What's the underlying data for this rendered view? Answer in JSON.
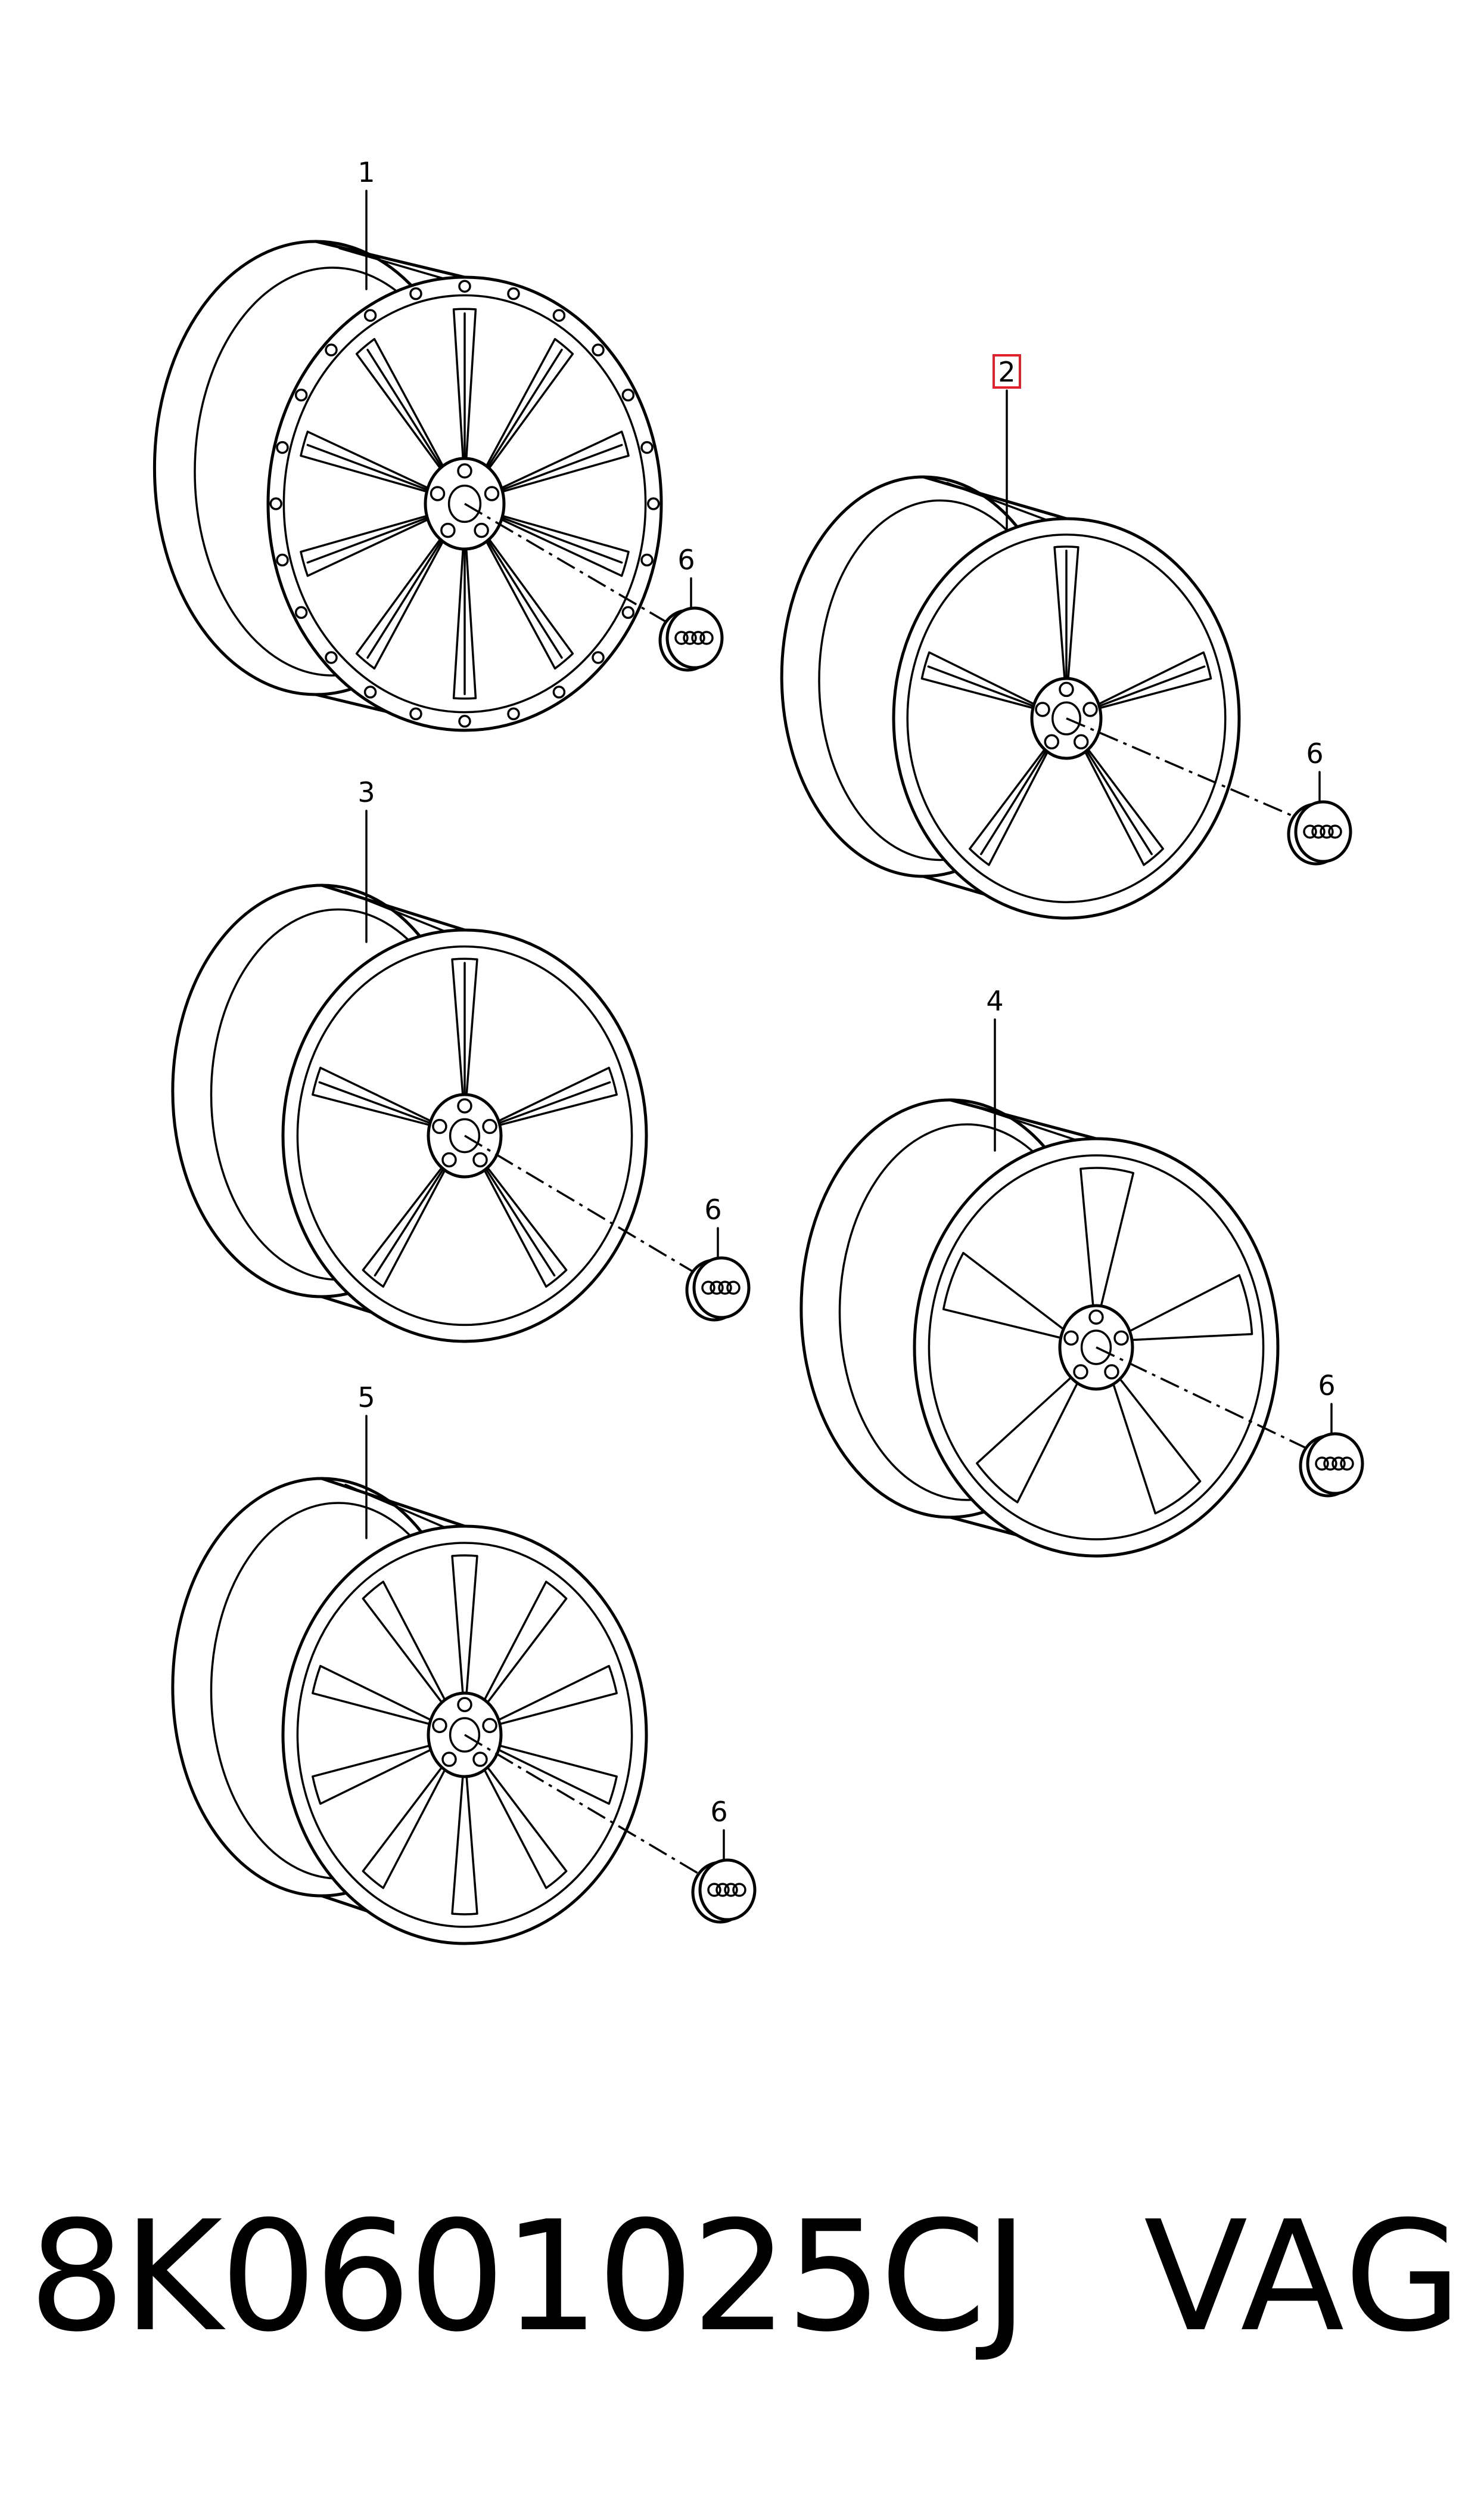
{
  "parts": [
    {
      "id": "wheel-1",
      "callout": "1",
      "highlighted": false,
      "spokes": 10,
      "style": "cross-spoke"
    },
    {
      "id": "wheel-2",
      "callout": "2",
      "highlighted": true,
      "spokes": 5,
      "style": "double-spoke"
    },
    {
      "id": "wheel-3",
      "callout": "3",
      "highlighted": false,
      "spokes": 5,
      "style": "double-spoke"
    },
    {
      "id": "wheel-4",
      "callout": "4",
      "highlighted": false,
      "spokes": 5,
      "style": "rotor"
    },
    {
      "id": "wheel-5",
      "callout": "5",
      "highlighted": false,
      "spokes": 10,
      "style": "slim-spoke"
    }
  ],
  "cap_callout": "6",
  "footer": {
    "part_number": "8K0601025CJ",
    "brand": "VAG"
  },
  "colors": {
    "line": "#000000",
    "highlight": "#e0202a",
    "background": "#ffffff"
  }
}
